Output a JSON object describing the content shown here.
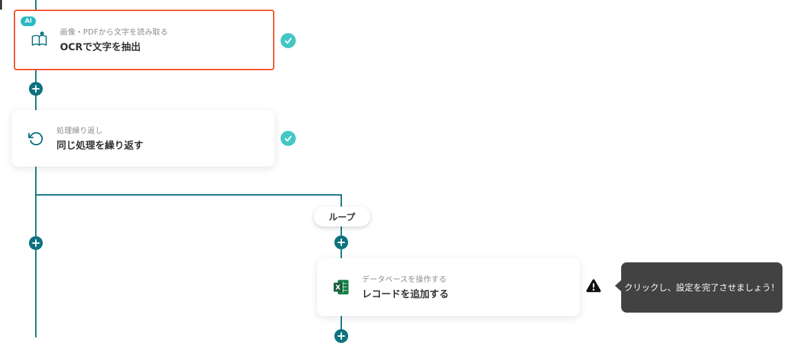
{
  "colors": {
    "line": "#0d7380",
    "plus": "#0d7380",
    "check": "#44c7c4",
    "highlight": "#f1512b",
    "ai_badge": "#2ab9c5",
    "tooltip_bg": "#424242",
    "excel_dark": "#185c37",
    "excel_light": "#107c41"
  },
  "workflow": {
    "nodes": [
      {
        "badge": "AI",
        "subtitle": "画像・PDFから文字を読み取る",
        "title": "OCRで文字を抽出",
        "status": "complete"
      },
      {
        "subtitle": "処理繰り返し",
        "title": "同じ処理を繰り返す",
        "status": "complete"
      },
      {
        "subtitle": "データベースを操作する",
        "title": "レコードを追加する",
        "status": "warning"
      }
    ],
    "loop_label": "ループ",
    "tooltip_text": "クリックし、設定を完了させましょう！"
  }
}
